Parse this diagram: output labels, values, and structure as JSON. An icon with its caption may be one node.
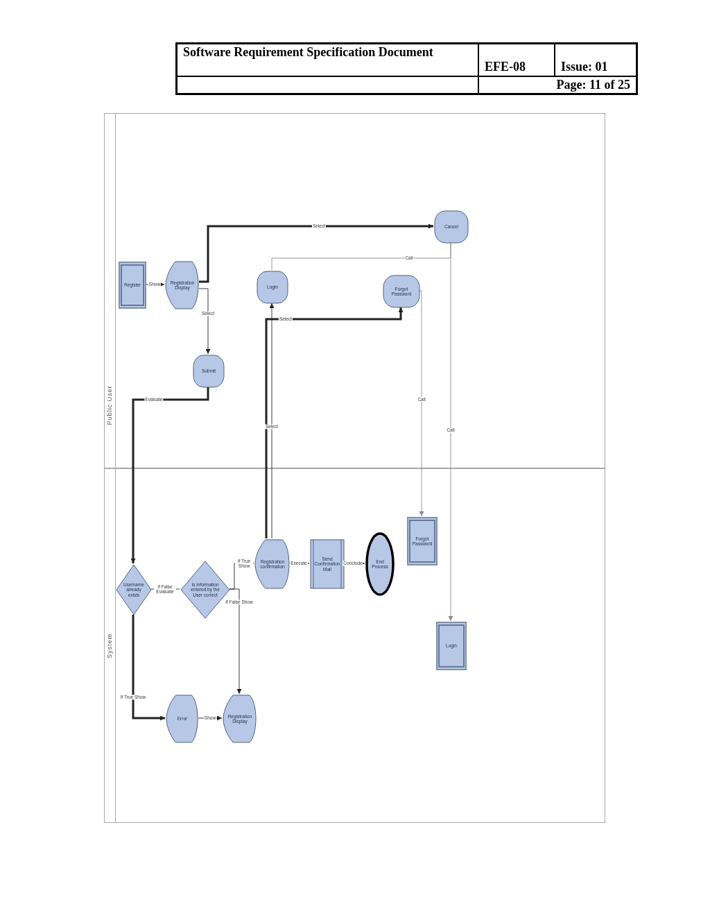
{
  "diagram": {
    "nodes": [
      {
        "text": [
          "Public User"
        ]
      },
      {
        "text": [
          "Register"
        ],
        "in": 0
      },
      {
        "text": [
          "Registration Display"
        ],
        "in": 0
      },
      {
        "text": [
          "Cancel"
        ],
        "in": 0
      },
      {
        "text": [
          "Login"
        ],
        "in": 0
      },
      {
        "text": [
          "Forgot Password"
        ],
        "in": 0
      },
      {
        "text": [
          "Submit"
        ],
        "in": 0
      },
      {
        "text": [
          "System"
        ]
      },
      {
        "text": [
          "Username already exists"
        ],
        "in": 7
      },
      {
        "text": [
          "Is information entered by the User correct"
        ],
        "in": 7
      },
      {
        "text": [
          "Registration confirmation"
        ],
        "in": 7
      },
      {
        "text": [
          "Send Confirmation Mail"
        ],
        "in": 7
      },
      {
        "text": [
          "End Process"
        ],
        "in": 7
      },
      {
        "text": [
          "Forgot Password"
        ],
        "in": 7
      },
      {
        "text": [
          "Login"
        ],
        "in": 7
      },
      {
        "text": [
          "Error"
        ],
        "in": 7
      },
      {
        "text": [
          "Registration Display"
        ],
        "in": 7
      }
    ],
    "edges": [
      {
        "from": 1,
        "to": 2,
        "arrow": "to",
        "label": "Show"
      },
      {
        "from": 2,
        "to": 3,
        "arrow": "to",
        "label": "Select",
        "style": "thick"
      },
      {
        "from": 2,
        "to": 6,
        "arrow": "to",
        "label": "Select"
      },
      {
        "from": 3,
        "to": 4,
        "arrow": "none",
        "label": "Call",
        "color": "#8c8c8c"
      },
      {
        "from": 10,
        "to": 4,
        "arrow": "to",
        "label": "Select"
      },
      {
        "from": 10,
        "to": 5,
        "arrow": "to",
        "label": "Select",
        "style": "thick"
      },
      {
        "from": 5,
        "to": 13,
        "arrow": "to",
        "label": "Call",
        "color": "#8c8c8c"
      },
      {
        "from": 3,
        "to": 14,
        "arrow": "to",
        "label": "Call",
        "color": "#8c8c8c"
      },
      {
        "from": 6,
        "to": 8,
        "arrow": "to",
        "label": "Evaluate",
        "style": "thick"
      },
      {
        "from": 8,
        "to": 9,
        "arrow": "none",
        "label": "If False Evaluate"
      },
      {
        "from": 9,
        "to": 10,
        "arrow": "to",
        "label": "If True Show"
      },
      {
        "from": 9,
        "to": 16,
        "arrow": "to",
        "label": "If False Show"
      },
      {
        "from": 8,
        "to": 15,
        "arrow": "to",
        "label": "If True Show",
        "style": "thick"
      },
      {
        "from": 15,
        "to": 16,
        "arrow": "to",
        "label": "Show"
      },
      {
        "from": 10,
        "to": 11,
        "arrow": "to",
        "label": "Execute"
      },
      {
        "from": 11,
        "to": 12,
        "arrow": "to",
        "label": "Conclude"
      }
    ],
    "labels": [
      "Software Requirement Specification Document",
      "EFE-08",
      "Issue: 01",
      "Page: 11 of 25"
    ]
  }
}
